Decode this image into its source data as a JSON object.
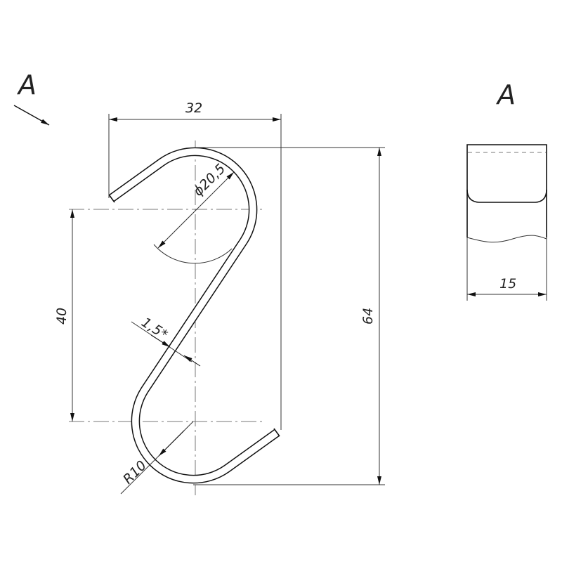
{
  "view_labels": {
    "direction_label": "A",
    "side_view_label": "A"
  },
  "dimensions": {
    "width": "32",
    "height": "64",
    "center_distance": "40",
    "diameter": "ϕ20,5",
    "wire_thickness": "1,5*",
    "radius": "R10",
    "side_width": "15"
  },
  "colors": {
    "line": "#111111",
    "background": "#ffffff"
  }
}
